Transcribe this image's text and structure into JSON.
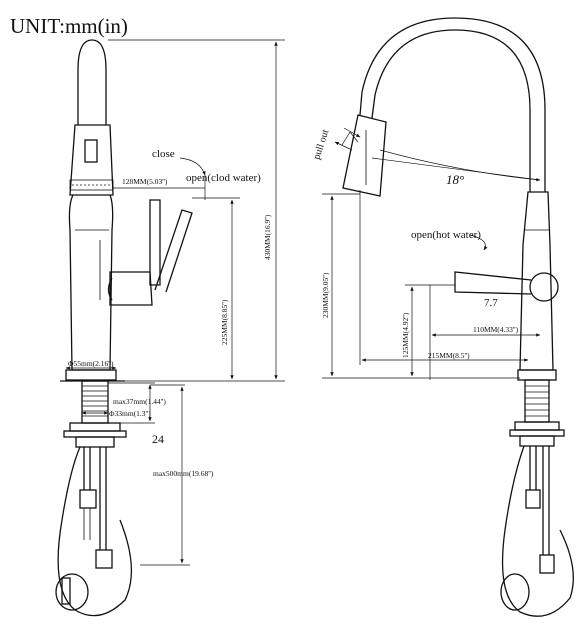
{
  "unit_label": "UNIT:mm(in)",
  "left_view": {
    "label_close": "close",
    "label_open_cold": "open(clod water)",
    "dim_spray_reach": "128MM(5.03'')",
    "dim_total_height": "430MM(16.9'')",
    "dim_handle_height": "225MM(8.85'')",
    "dim_base_dia": "Φ55mm(2.16'')",
    "dim_max_thickness": "max37mm(1.44'')",
    "dim_hole_dia": "Φ33mm(1.3'')",
    "label_24": "24",
    "dim_hose_length": "max500mm(19.68'')"
  },
  "right_view": {
    "label_pull_out": "pull out",
    "angle": "18°",
    "label_open_hot": "open(hot water)",
    "dim_spout_height": "230MM(9.05'')",
    "dim_lever_height": "125MM(4.92'')",
    "label_77": "7.7",
    "dim_lever_reach": "110MM(4.33'')",
    "dim_spout_reach": "215MM(8.5'')"
  }
}
